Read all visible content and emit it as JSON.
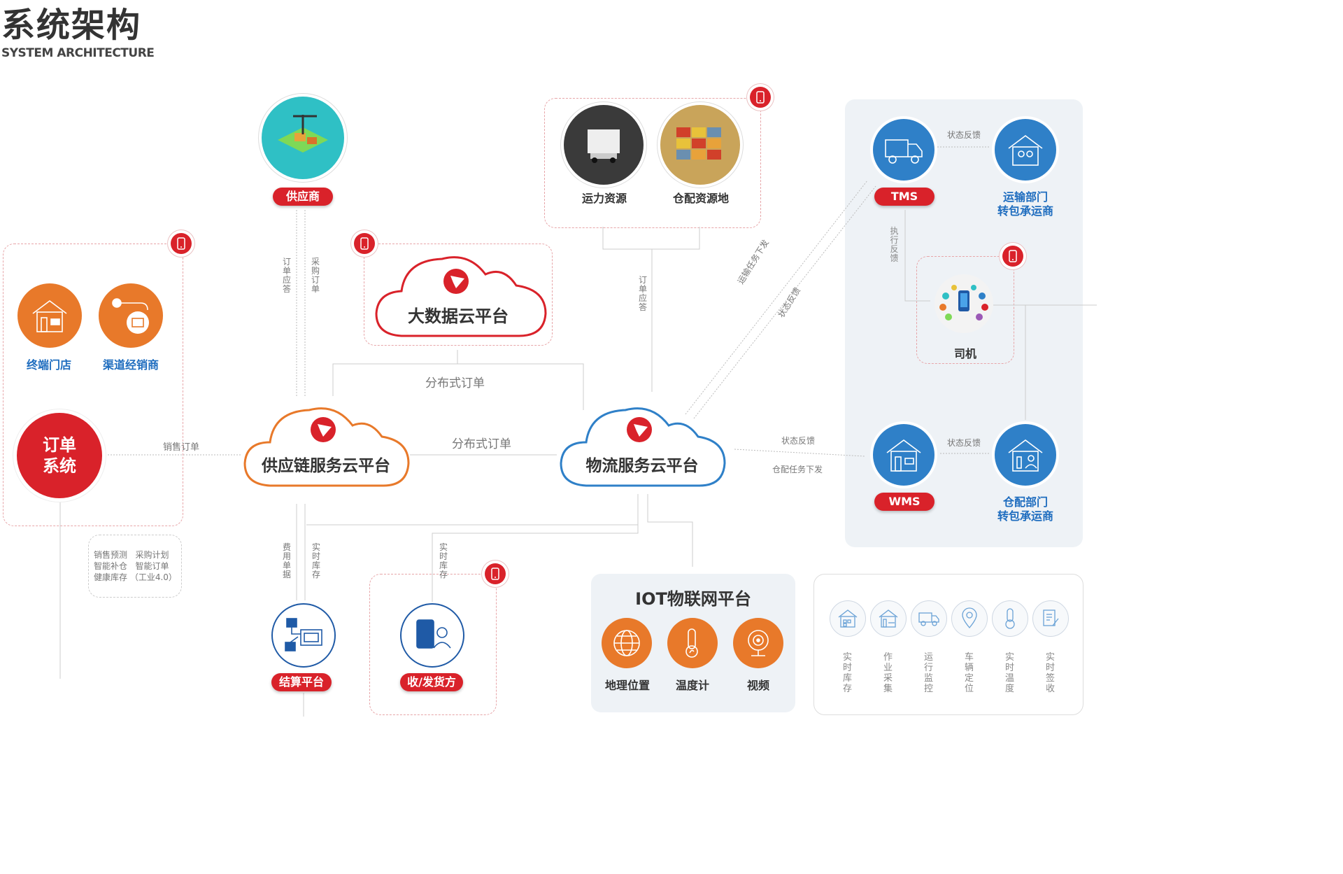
{
  "header": {
    "title": "系统架构",
    "subtitle": "SYSTEM ARCHITECTURE"
  },
  "nodes": {
    "supplier": "供应商",
    "transport_resource": "运力资源",
    "warehouse_resource": "仓配资源地",
    "terminal_store": "终端门店",
    "channel_dealer": "渠道经销商",
    "order_system_line1": "订单",
    "order_system_line2": "系统",
    "bigdata_cloud": "大数据云平台",
    "supply_chain_cloud": "供应链服务云平台",
    "logistics_cloud": "物流服务云平台",
    "settlement": "结算平台",
    "receiver_shipper": "收/发货方",
    "tms": "TMS",
    "wms": "WMS",
    "transport_dept_line1": "运输部门",
    "transport_dept_line2": "转包承运商",
    "warehouse_dept_line1": "仓配部门",
    "warehouse_dept_line2": "转包承运商",
    "driver": "司机"
  },
  "edge_labels": {
    "order_reply": "订单应答",
    "purchase_order": "采购订单",
    "order_reply_2": "订单应答",
    "distributed_order_1": "分布式订单",
    "distributed_order_2": "分布式订单",
    "sales_order": "销售订单",
    "expense_doc": "费用单据",
    "realtime_stock_1": "实时库存",
    "realtime_stock_2": "实时库存",
    "transport_task": "运输任务下发",
    "status_feedback_diag": "状态反馈",
    "status_feedback_tms": "状态反馈",
    "exec_feedback": "执行反馈",
    "status_feedback_wms": "状态反馈",
    "status_feedback_left": "状态反馈",
    "warehouse_task": "仓配任务下发"
  },
  "forecast": {
    "line1": "销售预测   采购计划",
    "line2": "智能补仓   智能订单",
    "line3": "健康库存 （工业4.0）"
  },
  "iot": {
    "title": "IOT物联网平台",
    "items": [
      {
        "label": "地理位置",
        "icon": "globe-icon"
      },
      {
        "label": "温度计",
        "icon": "thermometer-icon"
      },
      {
        "label": "视频",
        "icon": "camera-icon"
      }
    ]
  },
  "functions": [
    {
      "label": "实时库存",
      "icon": "warehouse-icon"
    },
    {
      "label": "作业采集",
      "icon": "house-icon"
    },
    {
      "label": "运行监控",
      "icon": "truck-icon"
    },
    {
      "label": "车辆定位",
      "icon": "location-pin-icon"
    },
    {
      "label": "实时温度",
      "icon": "thermometer-icon"
    },
    {
      "label": "实时签收",
      "icon": "document-sign-icon"
    }
  ],
  "colors": {
    "red": "#d9222a",
    "orange": "#e8792a",
    "blue": "#2f80c8",
    "blue_text": "#1f6dbf",
    "panel": "#eef2f6"
  }
}
